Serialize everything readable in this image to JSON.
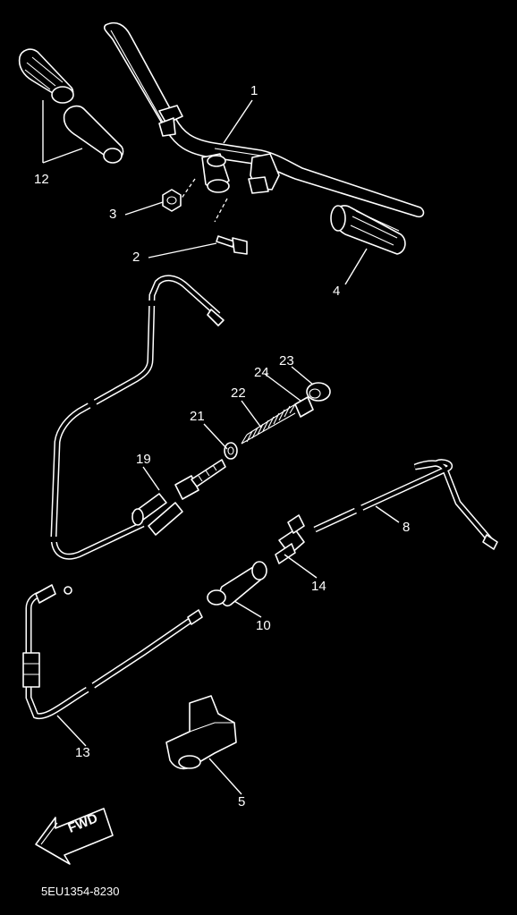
{
  "callouts": [
    {
      "id": "1",
      "label": "1"
    },
    {
      "id": "2",
      "label": "2"
    },
    {
      "id": "3",
      "label": "3"
    },
    {
      "id": "4",
      "label": "4"
    },
    {
      "id": "5",
      "label": "5"
    },
    {
      "id": "8",
      "label": "8"
    },
    {
      "id": "10",
      "label": "10"
    },
    {
      "id": "12",
      "label": "12"
    },
    {
      "id": "13",
      "label": "13"
    },
    {
      "id": "14",
      "label": "14"
    },
    {
      "id": "19",
      "label": "19"
    },
    {
      "id": "21",
      "label": "21"
    },
    {
      "id": "22",
      "label": "22"
    },
    {
      "id": "23",
      "label": "23"
    },
    {
      "id": "24",
      "label": "24"
    }
  ],
  "direction_arrow": {
    "label": "FWD"
  },
  "diagram_code": "5EU1354-8230",
  "colors": {
    "background": "#000000",
    "line": "#ffffff"
  }
}
